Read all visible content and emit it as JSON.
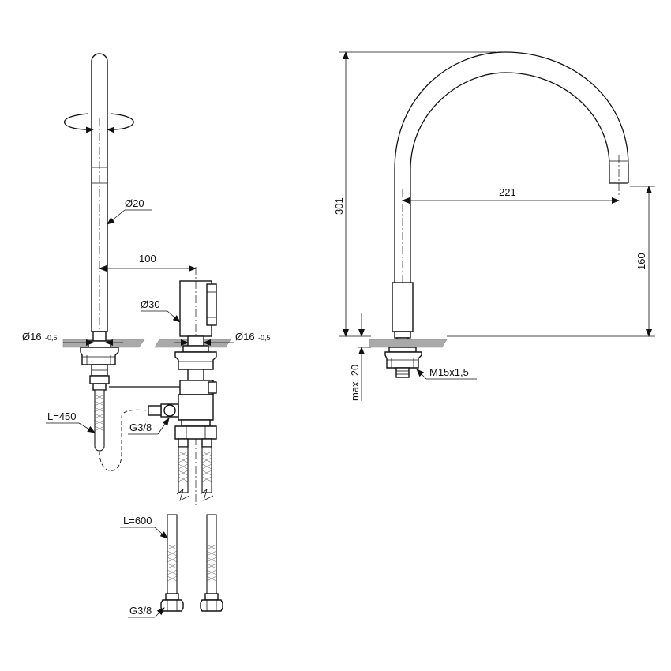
{
  "front_view": {
    "spout_diameter": "Ø20",
    "spout_spacing": "100",
    "spout_hole_left": "Ø16",
    "spout_hole_left_tol": "-0,5",
    "handle_diameter": "Ø30",
    "handle_hole": "Ø16",
    "handle_hole_tol": "-0,5",
    "hose_length_spout": "L=450",
    "connector_side": "G3/8",
    "hose_length_supply": "L=600",
    "connector_bottom": "G3/8"
  },
  "side_view": {
    "total_height": "301",
    "reach": "221",
    "outlet_height": "160",
    "max_deck": "max. 20",
    "thread": "M15x1,5"
  },
  "colors": {
    "line": "#111111",
    "deck": "#a9a9a9",
    "background": "#ffffff"
  },
  "icons": {
    "rotation": "rotate-arrow-icon",
    "dimension_arrow": "arrowhead-icon"
  }
}
